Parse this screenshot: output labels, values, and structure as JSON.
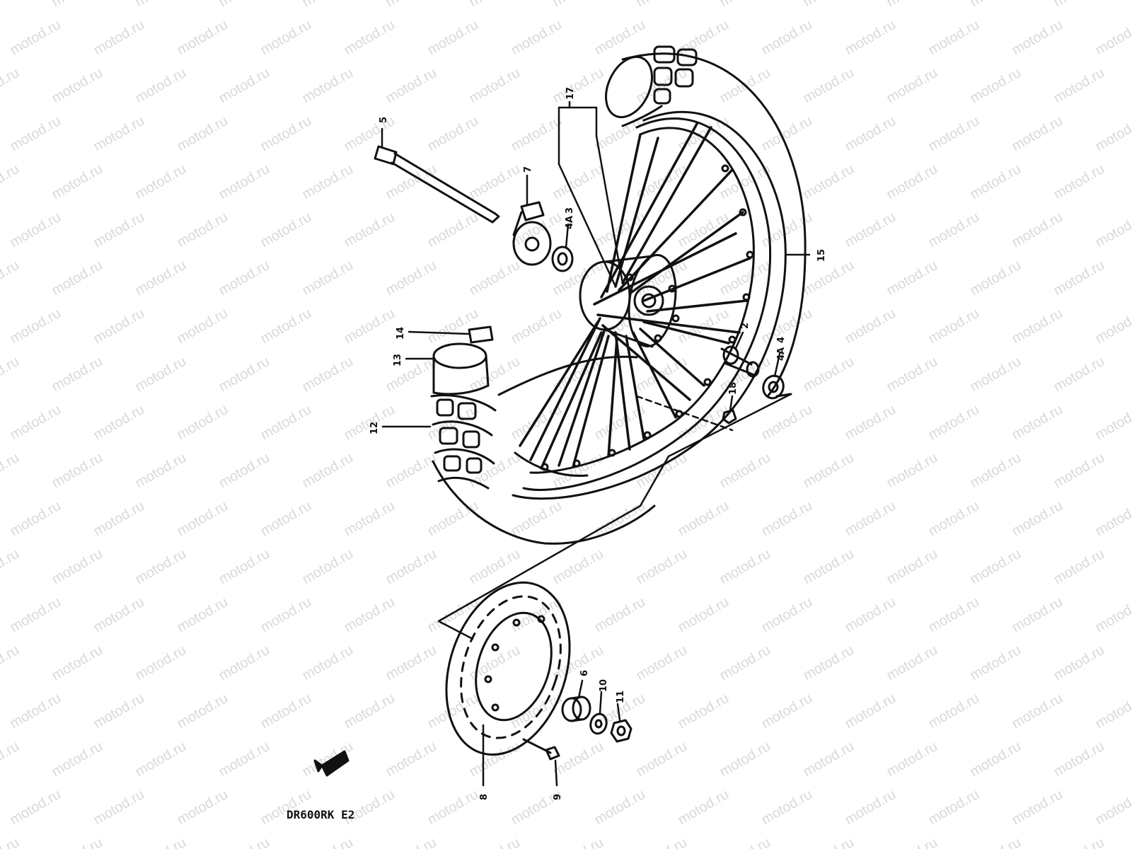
{
  "watermark": {
    "text": "motod.ru",
    "color": "#d9d9d9"
  },
  "model_label": "DR600RK E2",
  "line_color": "#111111",
  "callouts": {
    "c2": "2",
    "c3": "3",
    "c4a_upper": "4A",
    "c4": "4",
    "c4a_lower": "4A",
    "c5": "5",
    "c6": "6",
    "c7": "7",
    "c8": "8",
    "c9": "9",
    "c10": "10",
    "c11": "11",
    "c12": "12",
    "c13": "13",
    "c14": "14",
    "c15": "15",
    "c17": "17",
    "c18": "18"
  },
  "parts": [
    {
      "ref": "2",
      "icon": "wheel-spacer-icon"
    },
    {
      "ref": "3",
      "icon": "oil-seal-icon"
    },
    {
      "ref": "4",
      "icon": "bearing-icon"
    },
    {
      "ref": "5",
      "icon": "axle-icon"
    },
    {
      "ref": "6",
      "icon": "spacer-icon"
    },
    {
      "ref": "7",
      "icon": "speedometer-gearbox-icon"
    },
    {
      "ref": "8",
      "icon": "brake-disc-icon"
    },
    {
      "ref": "9",
      "icon": "disc-bolt-icon"
    },
    {
      "ref": "10",
      "icon": "washer-icon"
    },
    {
      "ref": "11",
      "icon": "axle-nut-icon"
    },
    {
      "ref": "12",
      "icon": "tire-icon"
    },
    {
      "ref": "13",
      "icon": "inner-tube-icon"
    },
    {
      "ref": "14",
      "icon": "rim-band-icon"
    },
    {
      "ref": "15",
      "icon": "rim-spoke-assembly-icon"
    },
    {
      "ref": "17",
      "icon": "spoke-set-icon"
    },
    {
      "ref": "18",
      "icon": "rim-lock-nut-icon"
    }
  ]
}
